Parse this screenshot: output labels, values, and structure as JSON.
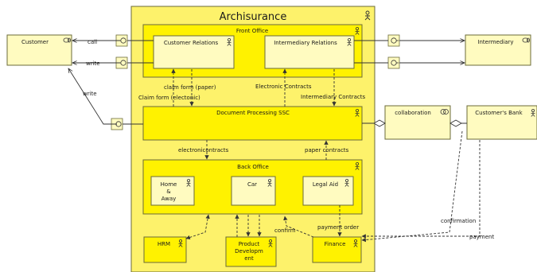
{
  "title": "Archisurance",
  "colors": {
    "outer_fill": "#fdf26b",
    "inner_fill": "#fff200",
    "box_fill": "#fffbc0",
    "stroke": "#6b6b3a",
    "line": "#333333"
  },
  "actors": {
    "customer": "Customer",
    "intermediary": "Intermediary",
    "collaboration": "collaboration",
    "customers_bank": "Customer's Bank"
  },
  "groups": {
    "front_office": "Front Office",
    "customer_relations": "Customer Relations",
    "intermediary_relations": "Intermediary Relations",
    "document_processing": "Document Processing SSC",
    "back_office": "Back Office",
    "home_away": [
      "Home",
      "&",
      "Away"
    ],
    "car": "Car",
    "legal_aid": "Legal Aid",
    "hrm": "HRM",
    "product_development": [
      "Product",
      "Developm",
      "ent"
    ],
    "finance": "Finance"
  },
  "flows": {
    "call": "call",
    "write_top": "write",
    "write_diag": "write",
    "claim_paper": "claim form (paper)",
    "claim_electronic": "Claim form (electonic)",
    "electronic_contracts_top": "Electronic Contracts",
    "intermediary_contracts": "Intermediary Contracts",
    "electronic_contracts_bottom": "electronicontracts",
    "paper_contracts": "paper contracts",
    "confirm": "confirm",
    "payment_order": "payment order",
    "confirmation": "confirmation",
    "payment": "payment"
  },
  "icons": {
    "actor": "actor-icon",
    "role": "role-icon",
    "collaboration": "collaboration-icon",
    "interface": "interface-icon"
  }
}
